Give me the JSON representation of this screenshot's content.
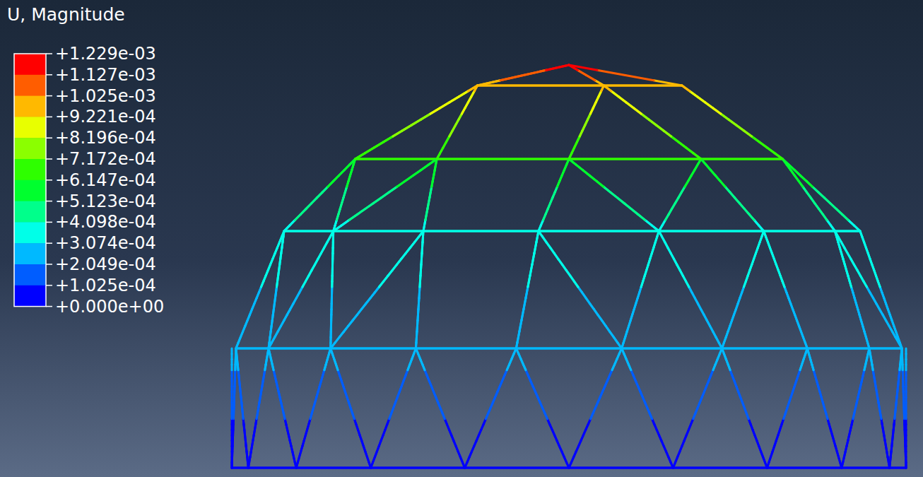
{
  "diagram": {
    "title": "U, Magnitude",
    "labels": [
      "+1.229e-03",
      "+1.127e-03",
      "+1.025e-03",
      "+9.221e-04",
      "+8.196e-04",
      "+7.172e-04",
      "+6.147e-04",
      "+5.123e-04",
      "+4.098e-04",
      "+3.074e-04",
      "+2.049e-04",
      "+1.025e-04",
      "+0.000e+00"
    ]
  }
}
